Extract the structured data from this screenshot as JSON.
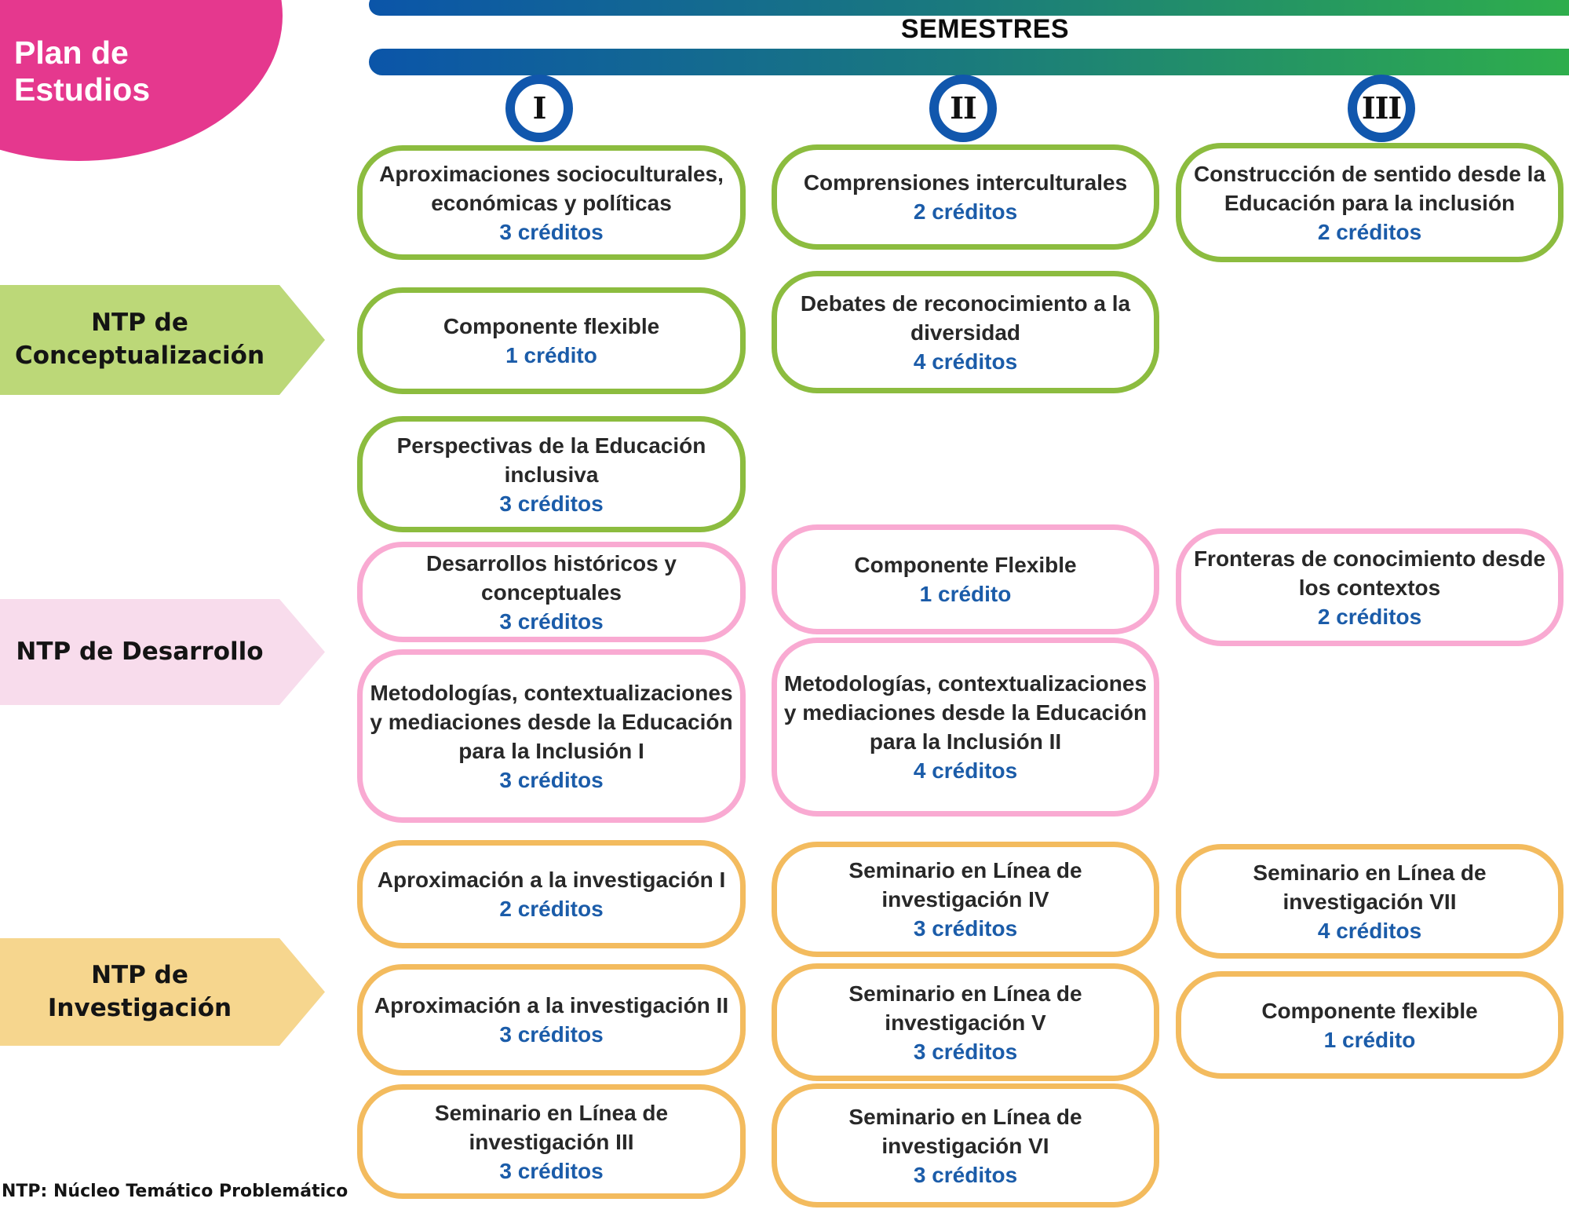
{
  "badge": {
    "label": "Plan de Estudios"
  },
  "header": {
    "title": "SEMESTRES"
  },
  "semesters": [
    {
      "numeral": "I"
    },
    {
      "numeral": "II"
    },
    {
      "numeral": "III"
    }
  ],
  "sections": [
    {
      "key": "conceptualizacion",
      "label": "NTP de\nConceptualización"
    },
    {
      "key": "desarrollo",
      "label": "NTP de Desarrollo"
    },
    {
      "key": "investigacion",
      "label": "NTP de\nInvestigación"
    }
  ],
  "cards": [
    {
      "semester": "I",
      "section": "conceptualizacion",
      "title": "Aproximaciones socioculturales, económicas y políticas",
      "credits": "3 créditos"
    },
    {
      "semester": "II",
      "section": "conceptualizacion",
      "title": "Comprensiones interculturales",
      "credits": "2 créditos"
    },
    {
      "semester": "III",
      "section": "conceptualizacion",
      "title": "Construcción de sentido desde la Educación para la inclusión",
      "credits": "2 créditos"
    },
    {
      "semester": "I",
      "section": "conceptualizacion",
      "title": "Componente flexible",
      "credits": "1 crédito"
    },
    {
      "semester": "II",
      "section": "conceptualizacion",
      "title": "Debates de reconocimiento a la diversidad",
      "credits": "4 créditos"
    },
    {
      "semester": "I",
      "section": "conceptualizacion",
      "title": "Perspectivas de la Educación inclusiva",
      "credits": "3 créditos"
    },
    {
      "semester": "I",
      "section": "desarrollo",
      "title": "Desarrollos históricos y conceptuales",
      "credits": "3 créditos"
    },
    {
      "semester": "II",
      "section": "desarrollo",
      "title": "Componente Flexible",
      "credits": "1 crédito"
    },
    {
      "semester": "III",
      "section": "desarrollo",
      "title": "Fronteras de conocimiento desde los contextos",
      "credits": "2 créditos"
    },
    {
      "semester": "I",
      "section": "desarrollo",
      "title": "Metodologías, contextualizaciones y mediaciones desde la Educación para la Inclusión I",
      "credits": "3 créditos"
    },
    {
      "semester": "II",
      "section": "desarrollo",
      "title": "Metodologías, contextualizaciones y mediaciones desde la Educación para la Inclusión II",
      "credits": "4 créditos"
    },
    {
      "semester": "I",
      "section": "investigacion",
      "title": "Aproximación a la investigación I",
      "credits": "2 créditos"
    },
    {
      "semester": "II",
      "section": "investigacion",
      "title": "Seminario en Línea de investigación IV",
      "credits": "3 créditos"
    },
    {
      "semester": "III",
      "section": "investigacion",
      "title": "Seminario en Línea de investigación VII",
      "credits": "4 créditos"
    },
    {
      "semester": "I",
      "section": "investigacion",
      "title": "Aproximación a la investigación II",
      "credits": "3 créditos"
    },
    {
      "semester": "II",
      "section": "investigacion",
      "title": "Seminario en Línea de investigación V",
      "credits": "3 créditos"
    },
    {
      "semester": "III",
      "section": "investigacion",
      "title": "Componente flexible",
      "credits": "1 crédito"
    },
    {
      "semester": "I",
      "section": "investigacion",
      "title": "Seminario en Línea de investigación III",
      "credits": "3 créditos"
    },
    {
      "semester": "II",
      "section": "investigacion",
      "title": "Seminario en Línea de investigación VI",
      "credits": "3 créditos"
    }
  ],
  "footnote": "NTP: Núcleo Temático Problemático",
  "colors": {
    "pink_blob": "#e5388e",
    "bar_gradient_start": "#0b55a9",
    "bar_gradient_mid": "#1a7a7d",
    "bar_gradient_end": "#2fb04a",
    "circle_blue": "#1157ad",
    "green_border": "#8cbc3f",
    "green_banner": "#bcd878",
    "pink_border": "#f9aad2",
    "pink_banner": "#f8dcec",
    "orange_border": "#f3bb5e",
    "orange_banner": "#f6d68e",
    "credits_blue": "#1b5ca9",
    "title_text": "#282828"
  }
}
